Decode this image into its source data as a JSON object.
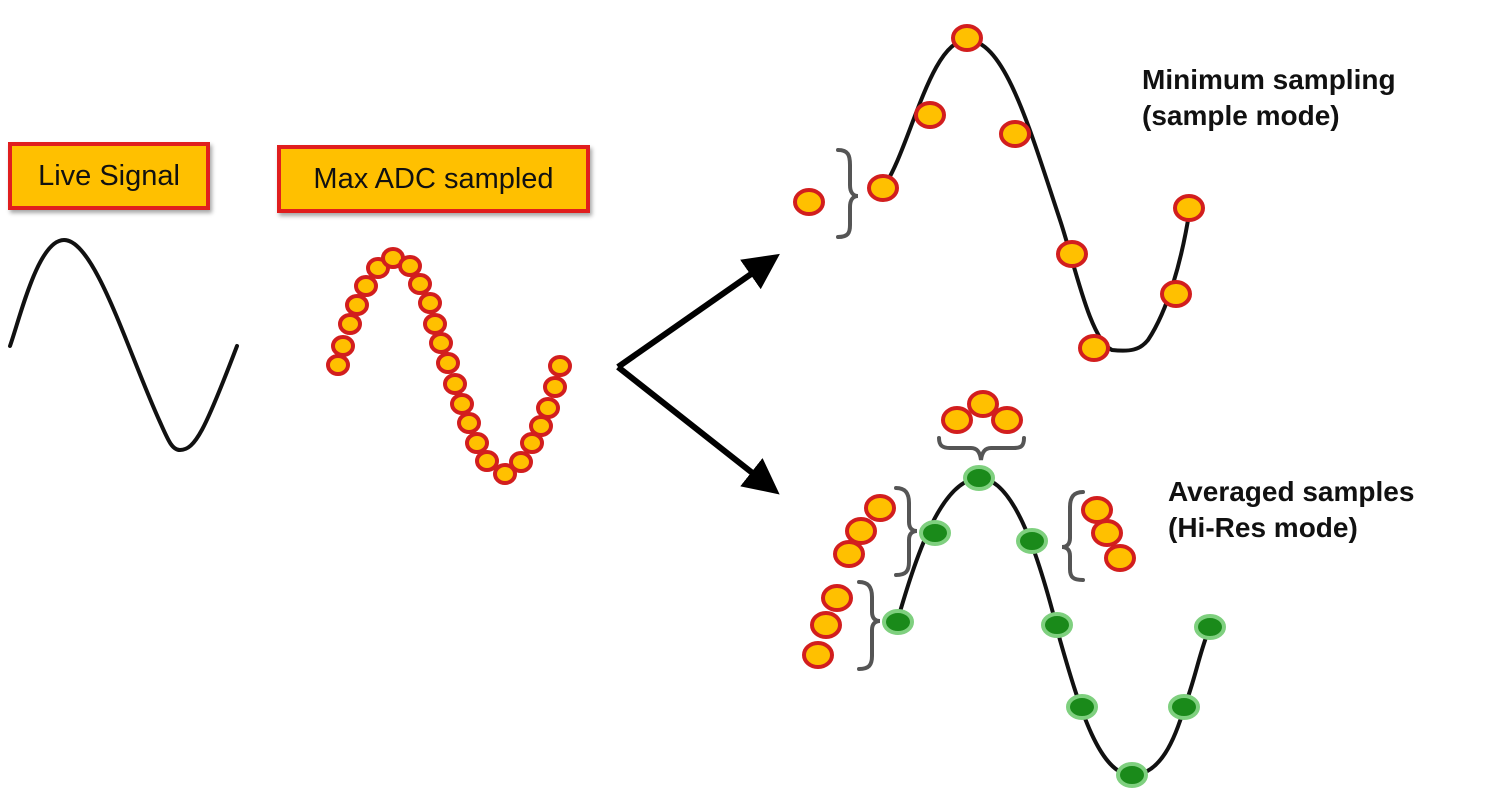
{
  "labels": {
    "live_signal": "Live Signal",
    "max_adc_sampled": "Max ADC sampled"
  },
  "captions": {
    "minimum_sampling": {
      "line1": "Minimum sampling",
      "line2": "(sample mode)"
    },
    "averaged_samples": {
      "line1": "Averaged samples",
      "line2": "(Hi-Res mode)"
    }
  },
  "colors": {
    "label_fill": "#ffc000",
    "label_border": "#e01e1e",
    "sample_fill": "#ffc000",
    "sample_stroke": "#d21e1e",
    "averaged_fill": "#1a8a1a",
    "averaged_halo": "#7fd07f",
    "curve": "#111111",
    "bracket": "#555555",
    "arrow": "#000000"
  },
  "icons": {
    "sample_dot": "yellow-red-circle",
    "averaged_dot": "green-circle",
    "arrow": "arrow-right"
  }
}
